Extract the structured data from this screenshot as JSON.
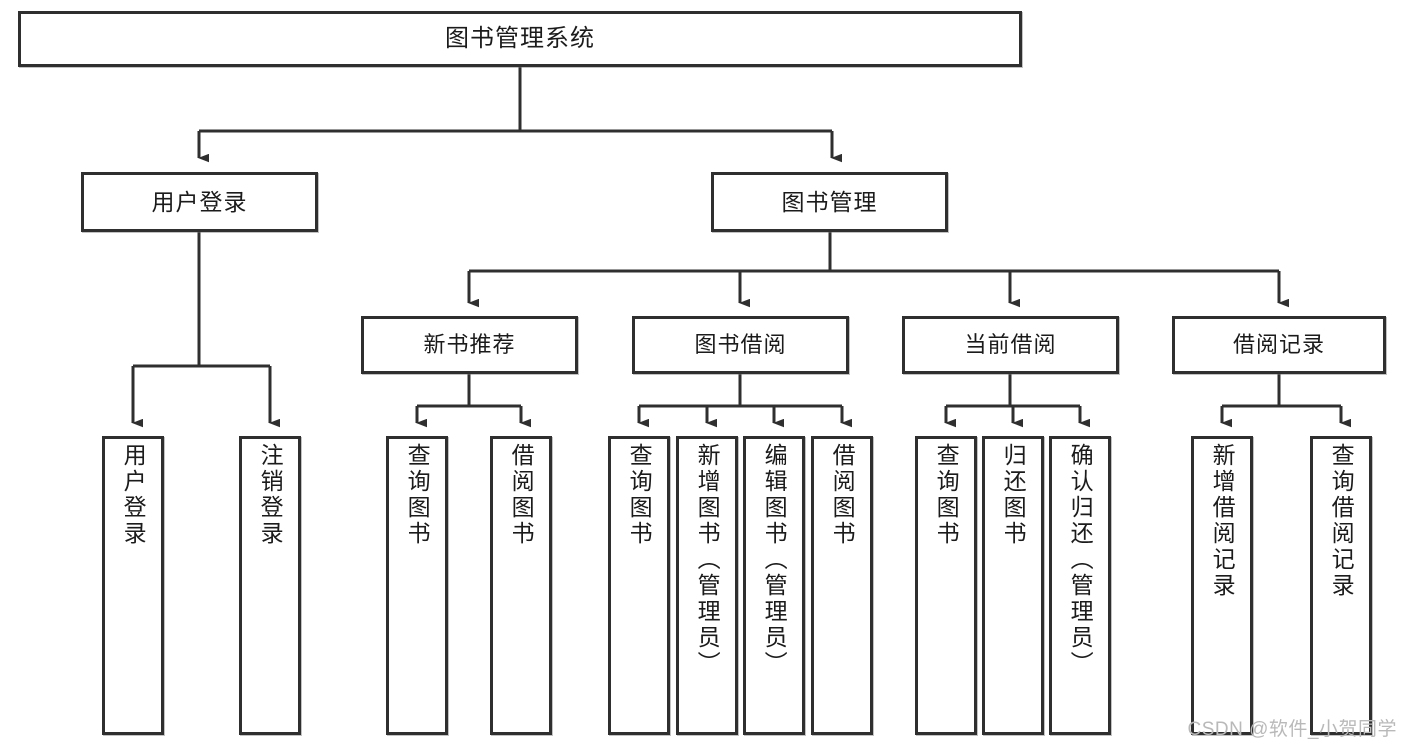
{
  "diagram": {
    "title": "图书管理系统",
    "type": "tree",
    "root": {
      "id": "root",
      "label": "图书管理系统"
    },
    "level2": [
      {
        "id": "user-login",
        "label": "用户登录"
      },
      {
        "id": "book-manage",
        "label": "图书管理"
      }
    ],
    "level3": [
      {
        "id": "new-book-recommend",
        "label": "新书推荐",
        "parent": "book-manage"
      },
      {
        "id": "book-borrow",
        "label": "图书借阅",
        "parent": "book-manage"
      },
      {
        "id": "current-borrow",
        "label": "当前借阅",
        "parent": "book-manage"
      },
      {
        "id": "borrow-record",
        "label": "借阅记录",
        "parent": "book-manage"
      }
    ],
    "leaves": [
      {
        "id": "leaf-user-login",
        "label": "用户登录",
        "parent": "user-login"
      },
      {
        "id": "leaf-logout-login",
        "label": "注销登录",
        "parent": "user-login"
      },
      {
        "id": "leaf-query-book-1",
        "label": "查询图书",
        "parent": "new-book-recommend"
      },
      {
        "id": "leaf-borrow-book-1",
        "label": "借阅图书",
        "parent": "new-book-recommend"
      },
      {
        "id": "leaf-query-book-2",
        "label": "查询图书",
        "parent": "book-borrow"
      },
      {
        "id": "leaf-add-book",
        "label": "新增图书（管理员）",
        "parent": "book-borrow"
      },
      {
        "id": "leaf-edit-book",
        "label": "编辑图书（管理员）",
        "parent": "book-borrow"
      },
      {
        "id": "leaf-borrow-book-2",
        "label": "借阅图书",
        "parent": "book-borrow"
      },
      {
        "id": "leaf-query-book-3",
        "label": "查询图书",
        "parent": "current-borrow"
      },
      {
        "id": "leaf-return-book",
        "label": "归还图书",
        "parent": "current-borrow"
      },
      {
        "id": "leaf-confirm-return",
        "label": "确认归还（管理员）",
        "parent": "current-borrow"
      },
      {
        "id": "leaf-add-record",
        "label": "新增借阅记录",
        "parent": "borrow-record"
      },
      {
        "id": "leaf-query-record",
        "label": "查询借阅记录",
        "parent": "borrow-record"
      }
    ],
    "colors": {
      "box_border": "#2f2f2f",
      "box_fill": "#ffffff",
      "connector": "#2f2f2f",
      "text": "#1b1b1b",
      "watermark": "#b9b9b9",
      "background": "#ffffff"
    }
  },
  "watermark": {
    "text": "CSDN @软件_小贺同学"
  }
}
